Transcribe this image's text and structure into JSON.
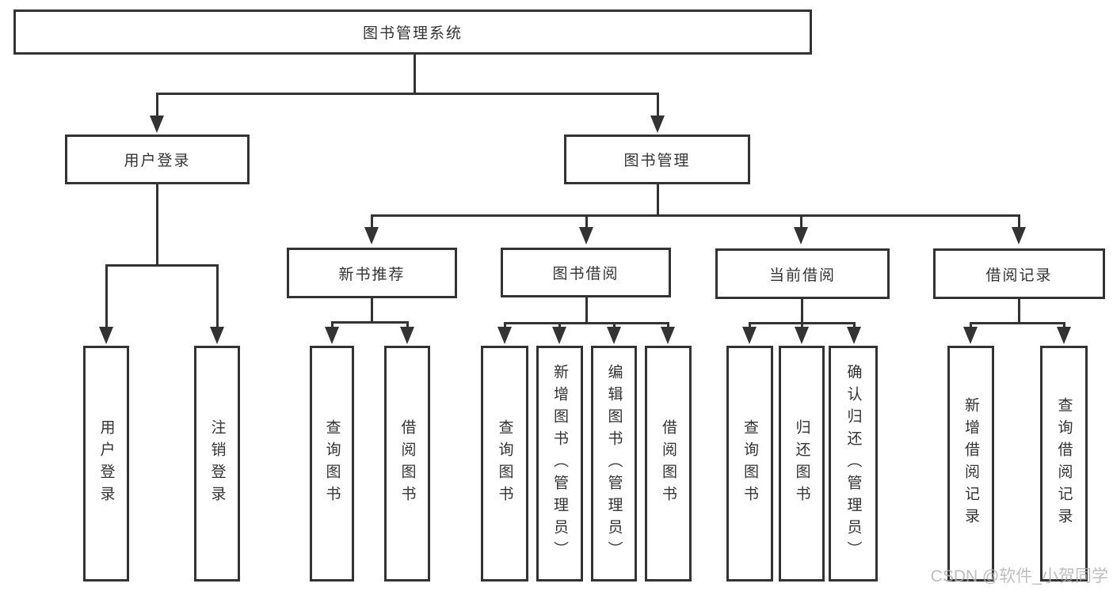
{
  "tree": {
    "label": "图书管理系统",
    "children": [
      {
        "label": "用户登录",
        "children": [
          {
            "label": "用户登录"
          },
          {
            "label": "注销登录"
          }
        ]
      },
      {
        "label": "图书管理",
        "children": [
          {
            "label": "新书推荐",
            "children": [
              {
                "label": "查询图书"
              },
              {
                "label": "借阅图书"
              }
            ]
          },
          {
            "label": "图书借阅",
            "children": [
              {
                "label": "查询图书"
              },
              {
                "label": "新增图书（管理员）"
              },
              {
                "label": "编辑图书（管理员）"
              },
              {
                "label": "借阅图书"
              }
            ]
          },
          {
            "label": "当前借阅",
            "children": [
              {
                "label": "查询图书"
              },
              {
                "label": "归还图书"
              },
              {
                "label": "确认归还（管理员）"
              }
            ]
          },
          {
            "label": "借阅记录",
            "children": [
              {
                "label": "新增借阅记录"
              },
              {
                "label": "查询借阅记录"
              }
            ]
          }
        ]
      }
    ]
  },
  "watermark": {
    "text": "CSDN @软件_小贺同学"
  },
  "colors": {
    "line": "#333333",
    "text": "#333333",
    "background": "#ffffff",
    "watermark": "#b3b3b3"
  }
}
